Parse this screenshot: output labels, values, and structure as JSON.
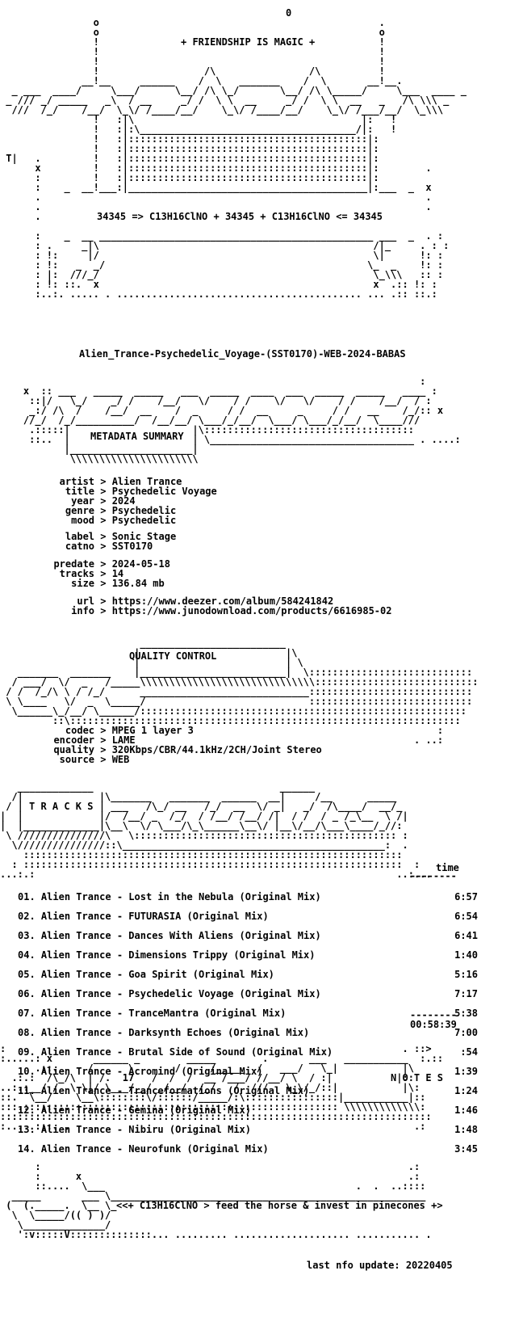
{
  "banner": {
    "slogan": "+ FRIENDSHIP IS MAGIC +",
    "formula": "34345 => C13H16ClNO + 34345 + C13H16ClNO <= 34345"
  },
  "release": {
    "name": "Alien_Trance-Psychedelic_Voyage-(SST0170)-WEB-2024-BABAS"
  },
  "sections": {
    "metadata": "METADATA SUMMARY",
    "quality": "QUALITY CONTROL",
    "tracks": "T R A C K S",
    "notes": "N O T E S"
  },
  "metadata": {
    "rows1": [
      "   artist > Alien Trance",
      "    title > Psychedelic Voyage",
      "     year > 2024",
      "    genre > Psychedelic",
      "     mood > Psychedelic"
    ],
    "rows2": [
      "    label > Sonic Stage",
      "    catno > SST0170"
    ],
    "rows3": [
      "  predate > 2024-05-18",
      "   tracks > 14",
      "     size > 136.84 mb"
    ],
    "rows4": [
      "      url > https://www.deezer.com/album/584241842",
      "     info > https://www.junodownload.com/products/6616985-02"
    ]
  },
  "quality": {
    "rows": [
      "    codec > MPEG 1 layer 3",
      "  encoder > LAME",
      "  quality > 320Kbps/CBR/44.1kHz/2CH/Joint Stereo",
      "   source > WEB"
    ]
  },
  "tracklist": {
    "header": "time",
    "total": "00:58:39",
    "tracks": [
      {
        "no": "01.",
        "title": "Alien Trance - Lost in the Nebula (Original Mix)",
        "time": "6:57"
      },
      {
        "no": "02.",
        "title": "Alien Trance - FUTURASIA (Original Mix)",
        "time": "6:54"
      },
      {
        "no": "03.",
        "title": "Alien Trance - Dances With Aliens (Original Mix)",
        "time": "6:41"
      },
      {
        "no": "04.",
        "title": "Alien Trance - Dimensions Trippy (Original Mix)",
        "time": "1:40"
      },
      {
        "no": "05.",
        "title": "Alien Trance - Goa Spirit (Original Mix)",
        "time": "5:16"
      },
      {
        "no": "06.",
        "title": "Alien Trance - Psychedelic Voyage (Original Mix)",
        "time": "7:17"
      },
      {
        "no": "07.",
        "title": "Alien Trance - TranceMantra (Original Mix)",
        "time": "5:38"
      },
      {
        "no": "08.",
        "title": "Alien Trance - Darksynth Echoes (Original Mix)",
        "time": "7:00"
      },
      {
        "no": "09.",
        "title": "Alien Trance - Brutal Side of Sound (Original Mix)",
        "time": ":54"
      },
      {
        "no": "10.",
        "title": "Alien Trance - Acromind (Original Mix)",
        "time": "1:39"
      },
      {
        "no": "11.",
        "title": "Alien Trance - Tranceformations (Original Mix)",
        "time": "1:24"
      },
      {
        "no": "12.",
        "title": "Alien Trance - Gemina (Original Mix)",
        "time": "1:46"
      },
      {
        "no": "13.",
        "title": "Alien Trance - Nibiru (Original Mix)",
        "time": "1:48"
      },
      {
        "no": "14.",
        "title": "Alien Trance - Neurofunk (Original Mix)",
        "time": "3:45"
      }
    ]
  },
  "footer": {
    "tagline": "<<+ C13H16ClNO > feed the horse & invest in pinecones +>",
    "update": "last nfo update: 20220405"
  }
}
